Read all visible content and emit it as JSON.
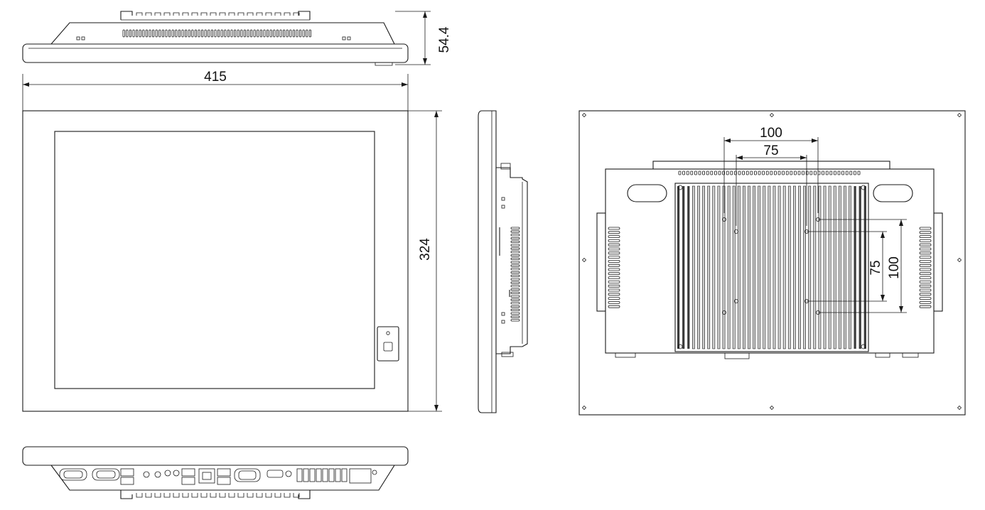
{
  "dimensions": {
    "depth": "54.4",
    "width": "415",
    "height": "324",
    "vesa_outer_h": "100",
    "vesa_inner_h": "75",
    "vesa_inner_v": "75",
    "vesa_outer_v": "100"
  },
  "colors": {
    "line": "#1a1a1a",
    "background": "#ffffff"
  }
}
